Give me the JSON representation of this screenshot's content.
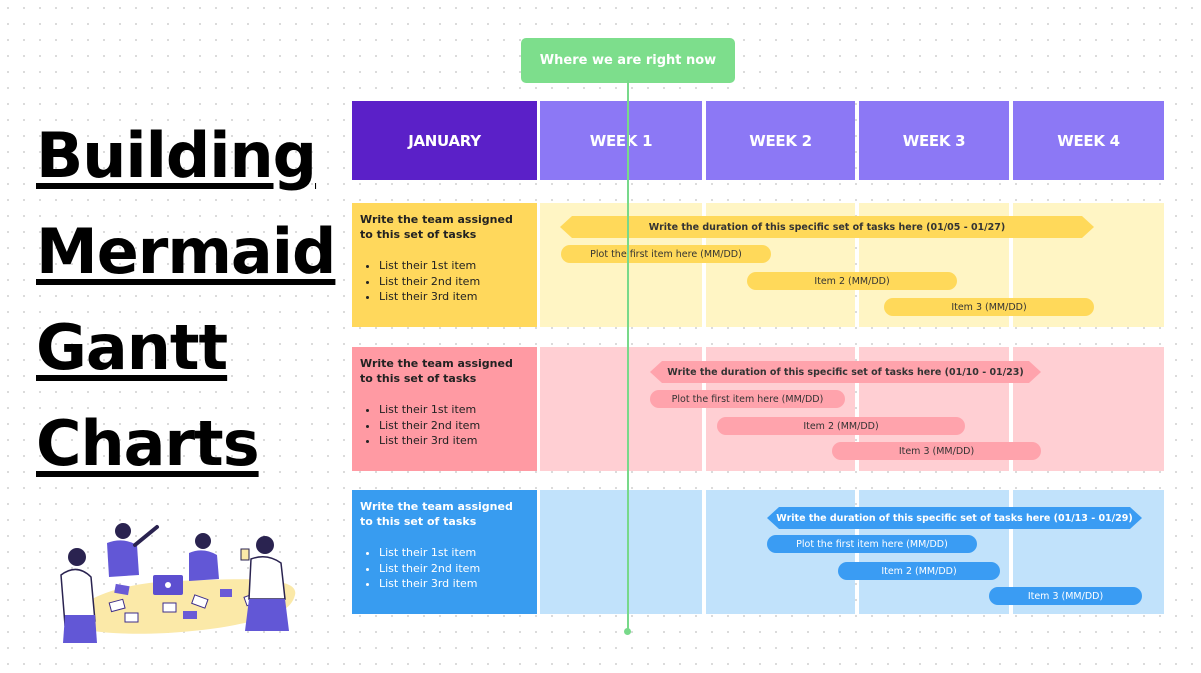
{
  "title_lines": [
    "Building",
    "Mermaid",
    "Gantt",
    "Charts"
  ],
  "now_label": "Where we are right now",
  "header": {
    "month": "JANUARY",
    "weeks": [
      "WEEK 1",
      "WEEK 2",
      "WEEK 3",
      "WEEK 4"
    ]
  },
  "groups": [
    {
      "label_title": "Write the team assigned to this set of tasks",
      "items": [
        "List their 1st item",
        "List their 2nd item",
        "List their 3rd item"
      ],
      "duration": "Write the duration of this specific set of tasks here (01/05 - 01/27)",
      "tasks": [
        "Plot the first item here (MM/DD)",
        "Item 2 (MM/DD)",
        "Item 3 (MM/DD)"
      ],
      "colors": {
        "label_bg": "#ffd85c",
        "cell_bg": "#fff5c4",
        "bar": "#ffd95a",
        "text": "#222222"
      }
    },
    {
      "label_title": "Write the team assigned to this set of tasks",
      "items": [
        "List their 1st item",
        "List their 2nd item",
        "List their 3rd item"
      ],
      "duration": "Write the duration of this specific set of tasks here (01/10 - 01/23)",
      "tasks": [
        "Plot the first item here (MM/DD)",
        "Item 2 (MM/DD)",
        "Item 3 (MM/DD)"
      ],
      "colors": {
        "label_bg": "#ff9aa3",
        "cell_bg": "#ffcfd3",
        "bar": "#ffa3ac",
        "text": "#222222"
      }
    },
    {
      "label_title": "Write the team assigned to this set of tasks",
      "items": [
        "List their 1st item",
        "List their 2nd item",
        "List their 3rd item"
      ],
      "duration": "Write the duration of this specific set of tasks here (01/13 - 01/29)",
      "tasks": [
        "Plot the first item here (MM/DD)",
        "Item 2 (MM/DD)",
        "Item 3 (MM/DD)"
      ],
      "colors": {
        "label_bg": "#389cf0",
        "cell_bg": "#c1e2fb",
        "bar": "#3a9cf3",
        "text": "#ffffff"
      }
    }
  ],
  "colors": {
    "header_month": "#5b20c8",
    "header_week": "#8c78f5",
    "now": "#7dde8c"
  },
  "illustration": "team-collaboration-illustration"
}
